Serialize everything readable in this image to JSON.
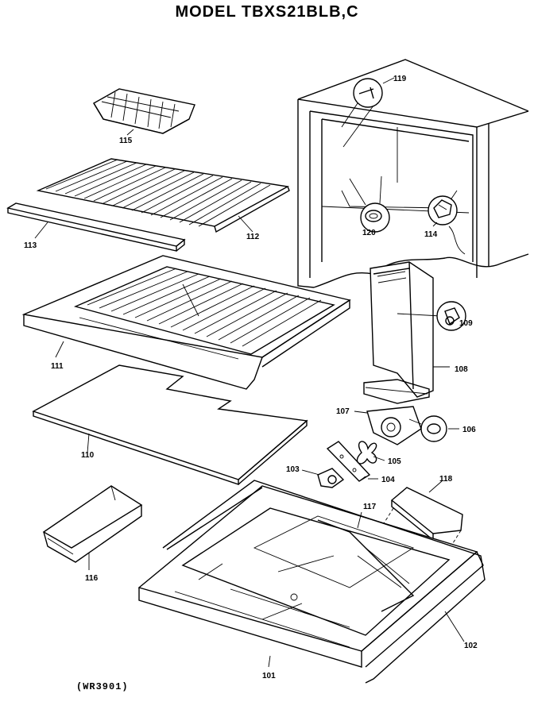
{
  "title": "MODEL TBXS21BLB,C",
  "diagram_code": "(WR3901)",
  "callouts": {
    "c101": "101",
    "c102": "102",
    "c103": "103",
    "c104": "104",
    "c105": "105",
    "c106": "106",
    "c107": "107",
    "c108": "108",
    "c109": "109",
    "c110": "110",
    "c111": "111",
    "c112": "112",
    "c113": "113",
    "c114": "114",
    "c115": "115",
    "c116": "116",
    "c117": "117",
    "c118": "118",
    "c119": "119",
    "c120": "120"
  }
}
